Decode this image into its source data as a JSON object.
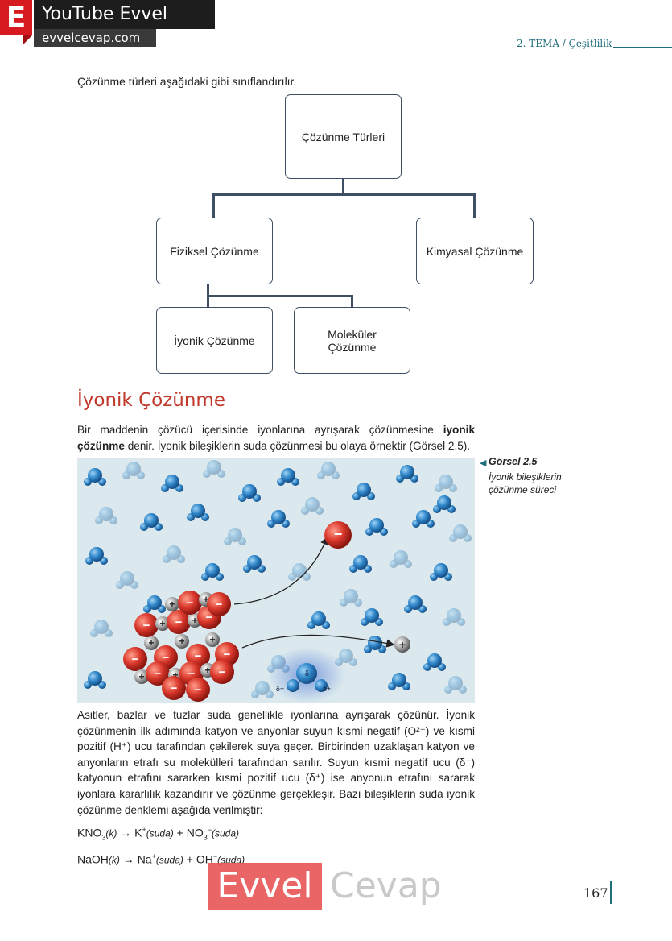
{
  "brand": {
    "letter": "E",
    "title": "YouTube Evvel Cevap",
    "url": "evvelcevap.com"
  },
  "header": {
    "tema": "2. TEMA / Çeşitlilik"
  },
  "intro": "Çözünme türleri aşağıdaki gibi sınıflandırılır.",
  "diagram": {
    "root": "Çözünme Türleri",
    "fiziksel": "Fiziksel Çözünme",
    "kimyasal": "Kimyasal Çözünme",
    "iyonik": "İyonik Çözünme",
    "molekuler_line1": "Moleküler",
    "molekuler_line2": "Çözünme"
  },
  "section": {
    "heading": "İyonik Çözünme",
    "para1_a": "Bir maddenin çözücü içerisinde iyonlarına ayrışarak çözünmesine ",
    "para1_b": "iyonik çözünme",
    "para1_c": " denir. İyonik bileşiklerin suda çözünmesi bu olaya örnektir (Görsel 2.5).",
    "para2": "Asitler, bazlar ve tuzlar suda genellikle iyonlarına ayrışarak çözünür. İyonik çözünmenin ilk adımında katyon ve anyonlar suyun kısmi negatif (O²⁻) ve kısmi pozitif (H⁺) ucu tarafından çekilerek suya geçer. Birbirinden uzaklaşan katyon ve anyonların etrafı su molekülleri tarafından sarılır. Suyun kısmi negatif ucu (δ⁻) katyonun etrafını sararken kısmi pozitif ucu (δ⁺) ise anyonun etrafını sararak iyonlara kararlılık kazandırır ve çözünme gerçekleşir. Bazı bileşiklerin suda iyonik çözünme denklemi aşağıda verilmiştir:"
  },
  "figure": {
    "caption_title": "Görsel 2.5",
    "caption_text": "İyonik bileşiklerin çözünme süreci",
    "minus": "−",
    "plus": "+",
    "delta_minus": "δ−",
    "delta_plus": "δ+"
  },
  "equations": {
    "eq1": {
      "kno": "KNO",
      "sub3": "3",
      "k": "(k)",
      "arrow": " → ",
      "kplus": "K",
      "sup_plus": "+",
      "suda1": "(suda)",
      "pl": " + ",
      "no": "NO",
      "sub3b": "3",
      "sup_minus": "−",
      "suda2": "(suda)"
    },
    "eq2": {
      "naoh": "NaOH",
      "k": "(k)",
      "arrow": " → ",
      "na": "Na",
      "sup_plus": "+",
      "suda1": "(suda)",
      "pl": " + ",
      "oh": "OH",
      "sup_minus": "−",
      "suda2": "(suda)"
    }
  },
  "page": {
    "number": "167"
  },
  "watermark": {
    "evvel": "Evvel",
    "cevap": "Cevap"
  },
  "colors": {
    "heading": "#c0392b",
    "accent": "#1f6e7d",
    "brand_red": "#d71920",
    "water_blue": "#2f86c9",
    "ion_red": "#d9372b"
  }
}
